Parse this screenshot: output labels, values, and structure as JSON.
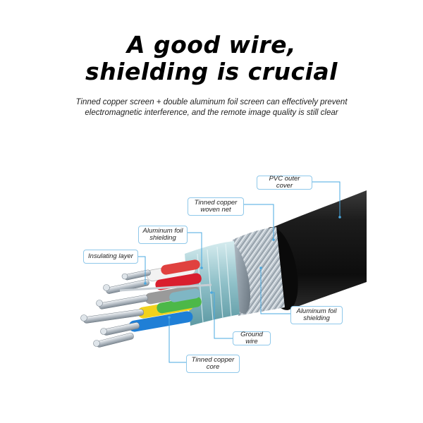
{
  "headline": {
    "line1": "A good wire,",
    "line2": "shielding is crucial"
  },
  "subtitle": {
    "line1": "Tinned copper screen + double aluminum foil screen can effectively prevent",
    "line2": "electromagnetic interference, and the remote image quality is still clear"
  },
  "labels": {
    "pvc": "PVC outer cover",
    "tinned_net": "Tinned copper woven net",
    "foil_left": "Aluminum foil shielding",
    "insulating": "Insulating layer",
    "foil_right": "Aluminum foil shielding",
    "ground": "Ground wire",
    "core": "Tinned copper core"
  },
  "colors": {
    "accent_line": "#4aa8e0",
    "label_border": "#8fc8ea",
    "jacket": "#1a1a1a"
  }
}
